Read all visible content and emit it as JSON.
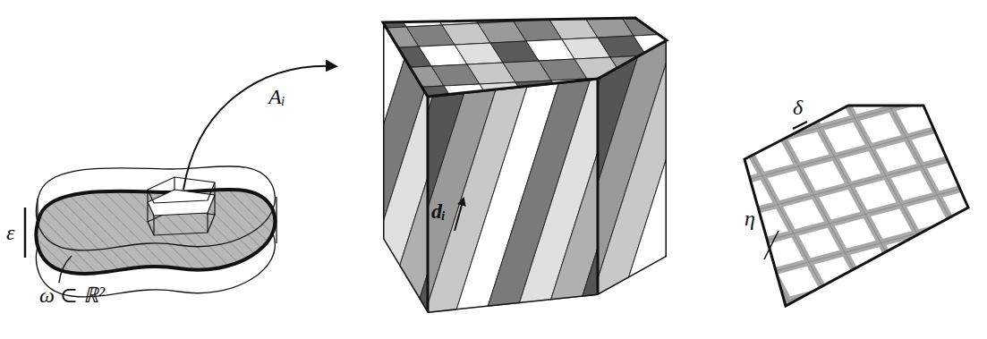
{
  "diagram": {
    "labels": [
      "ε",
      "ω ⊂ ℝ²",
      "Aᵢ",
      "dᵢ",
      "δ",
      "η"
    ]
  }
}
